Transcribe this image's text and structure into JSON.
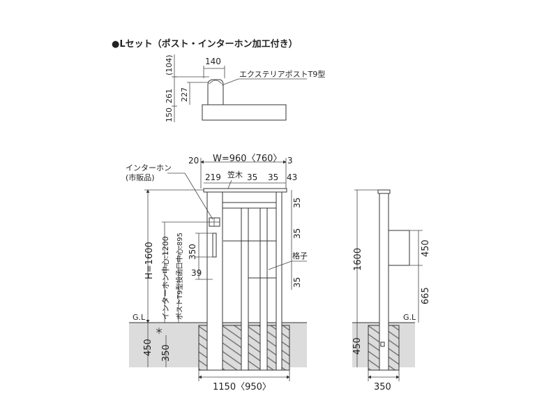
{
  "heading": "●Lセット（ポスト・インターホン加工付き）",
  "top_view": {
    "dim_104": "(104)",
    "dim_140": "140",
    "dim_261": "261",
    "dim_227": "227",
    "dim_150": "150",
    "post_label": "エクステリアポストT9型"
  },
  "front_view": {
    "dim_20": "20",
    "width_label": "W=960〈760〉",
    "dim_3": "3",
    "intercom_label_1": "インターホン",
    "intercom_label_2": "(市販品)",
    "dim_219": "219",
    "kasagi_label": "笠木",
    "dim_35_a": "35",
    "dim_35_b": "35",
    "dim_43": "43",
    "dim_35_right_1": "35",
    "dim_35_right_2": "35",
    "dim_35_right_3": "35",
    "koushi_label": "格子",
    "height_label": "H=1600",
    "intercom_center": "インターホン中心:1200",
    "post_opening_center": "ポストT9型投函口中心:895",
    "dim_350": "350",
    "dim_39": "39",
    "gl_label": "G.L",
    "asterisk": "＊",
    "dim_450": "450",
    "dim_350_below": "350",
    "bottom_width": "1150〈950〉"
  },
  "side_view": {
    "dim_1600": "1600",
    "dim_450_upper": "450",
    "dim_665": "665",
    "gl_label": "G.L",
    "dim_450_below": "450",
    "dim_350_bottom": "350"
  }
}
